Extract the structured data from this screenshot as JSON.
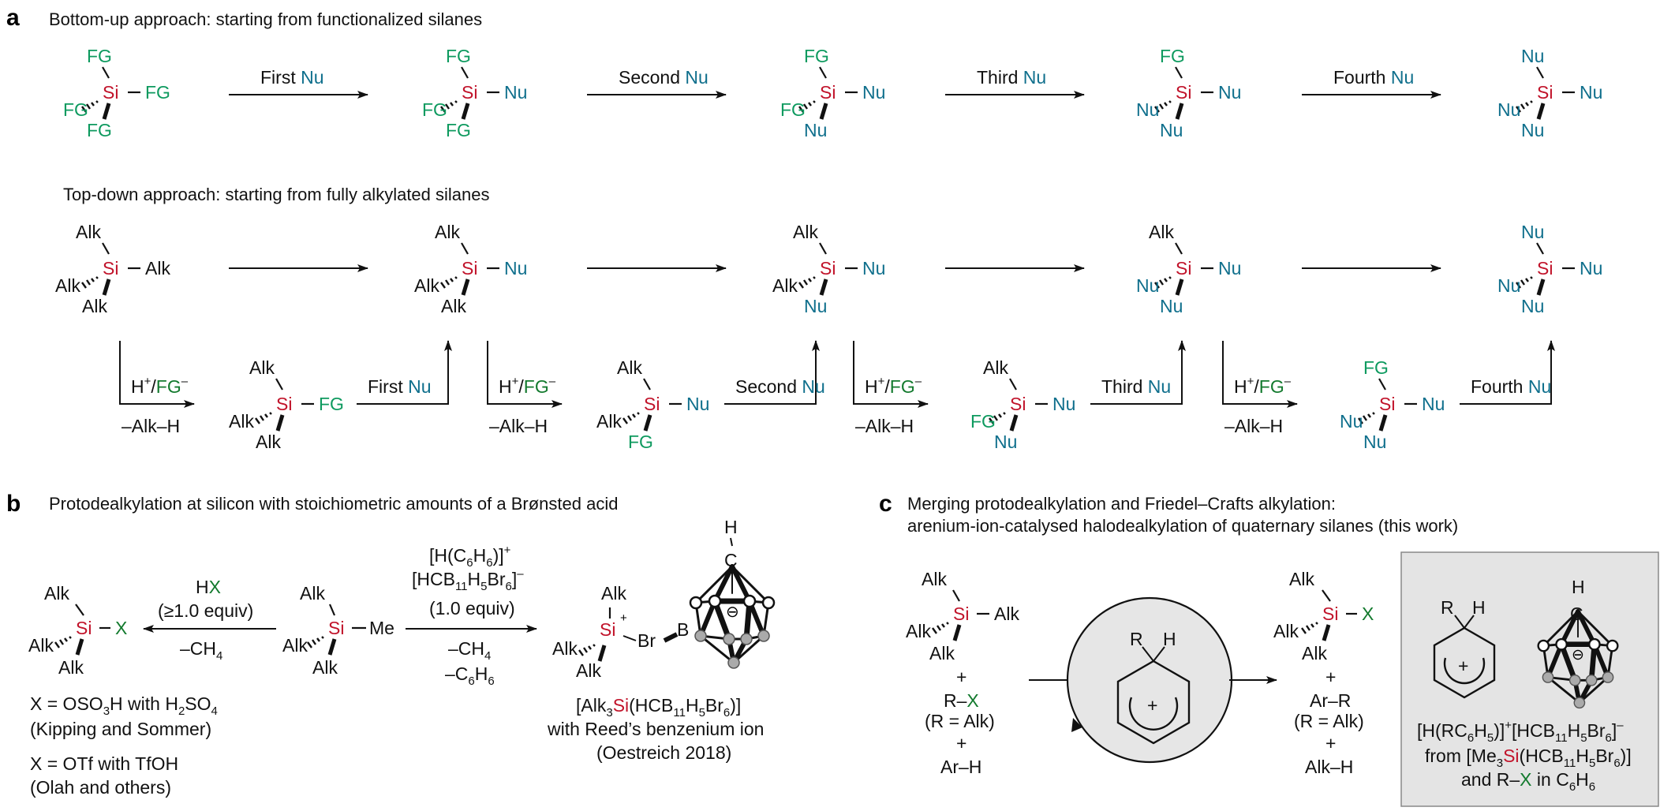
{
  "panel_a": {
    "label": "a",
    "bottom_up_title": "Bottom-up approach: starting from functionalized silanes",
    "top_down_title": "Top-down approach: starting from fully alkylated silanes",
    "steps": [
      "First",
      "Second",
      "Third",
      "Fourth"
    ],
    "nu": "Nu",
    "fg": "FG",
    "si": "Si",
    "alk": "Alk",
    "acid_h": "H",
    "acid_sup": "+",
    "acid_slash": "/",
    "fg_minus": "FG",
    "minus_sup": "–",
    "byproduct": "–Alk–H"
  },
  "panel_b": {
    "label": "b",
    "title": "Protodealkylation at silicon with stoichiometric amounts of a Brønsted acid",
    "hx": "H",
    "x": "X",
    "hx_equiv": "(≥1.0 equiv)",
    "minus_ch4": "–CH",
    "sub4": "4",
    "me": "Me",
    "reagent_line1_a": "[H(C",
    "reagent_line1_b": "6",
    "reagent_line1_c": "H",
    "reagent_line1_d": "6",
    "reagent_line1_e": ")]",
    "reagent_line1_sup": "+",
    "reagent_line2_a": "[HCB",
    "reagent_line2_b": "11",
    "reagent_line2_c": "H",
    "reagent_line2_d": "5",
    "reagent_line2_e": "Br",
    "reagent_line2_f": "6",
    "reagent_line2_g": "]",
    "reagent_line2_sup": "–",
    "reagent_equiv": "(1.0 equiv)",
    "minus_c6h6_a": "–C",
    "minus_c6h6_b": "6",
    "minus_c6h6_c": "H",
    "minus_c6h6_d": "6",
    "x_def1_a": "X = OSO",
    "x_def1_b": "3",
    "x_def1_c": "H with H",
    "x_def1_d": "2",
    "x_def1_e": "SO",
    "x_def1_f": "4",
    "x_def1_ref": "(Kipping and Sommer)",
    "x_def2": "X = OTf with TfOH",
    "x_def2_ref": "(Olah and others)",
    "br": "Br",
    "b": "B",
    "c": "C",
    "h": "H",
    "plus": "+",
    "minus_circle": "⊖",
    "product_a": "[Alk",
    "product_b": "3",
    "product_c": "(HCB",
    "product_d": "11",
    "product_e": "H",
    "product_f": "5",
    "product_g": "Br",
    "product_h": "6",
    "product_i": ")]",
    "product_line2": "with Reed’s benzenium ion",
    "product_ref": "(Oestreich 2018)"
  },
  "panel_c": {
    "label": "c",
    "title_line1": "Merging protodealkylation and Friedel–Crafts alkylation:",
    "title_line2": "arenium-ion-catalysed halodealkylation of quaternary silanes (this work)",
    "plus": "+",
    "r": "R",
    "h": "H",
    "dash": "–",
    "rx_note": "(R = Alk)",
    "ar_h": "Ar–H",
    "ar_r": "Ar–R",
    "alk_h": "Alk–H",
    "box_line1_a": "[H(RC",
    "box_line1_b": "6",
    "box_line1_c": "H",
    "box_line1_d": "5",
    "box_line1_e": ")]",
    "box_line1_f": "[HCB",
    "box_line1_g": "11",
    "box_line1_h": "H",
    "box_line1_i": "5",
    "box_line1_j": "Br",
    "box_line1_k": "6",
    "box_line1_l": "]",
    "box_line2_a": "from [Me",
    "box_line2_b": "3",
    "box_line2_c": "(HCB",
    "box_line2_d": "11",
    "box_line2_e": "H",
    "box_line2_f": "5",
    "box_line2_g": "Br",
    "box_line2_h": "6",
    "box_line2_i": ")]",
    "box_line3_a": "and R–",
    "box_line3_b": " in C",
    "box_line3_c": "6",
    "box_line3_d": "H",
    "box_line3_e": "6"
  },
  "colors": {
    "silicon": "#c1132a",
    "nucleophile": "#0f6f8c",
    "functional_group": "#0e9a5f",
    "halide": "#137a2e",
    "box_fill": "#e4e4e4",
    "circle_fill": "#e6e6e6"
  }
}
